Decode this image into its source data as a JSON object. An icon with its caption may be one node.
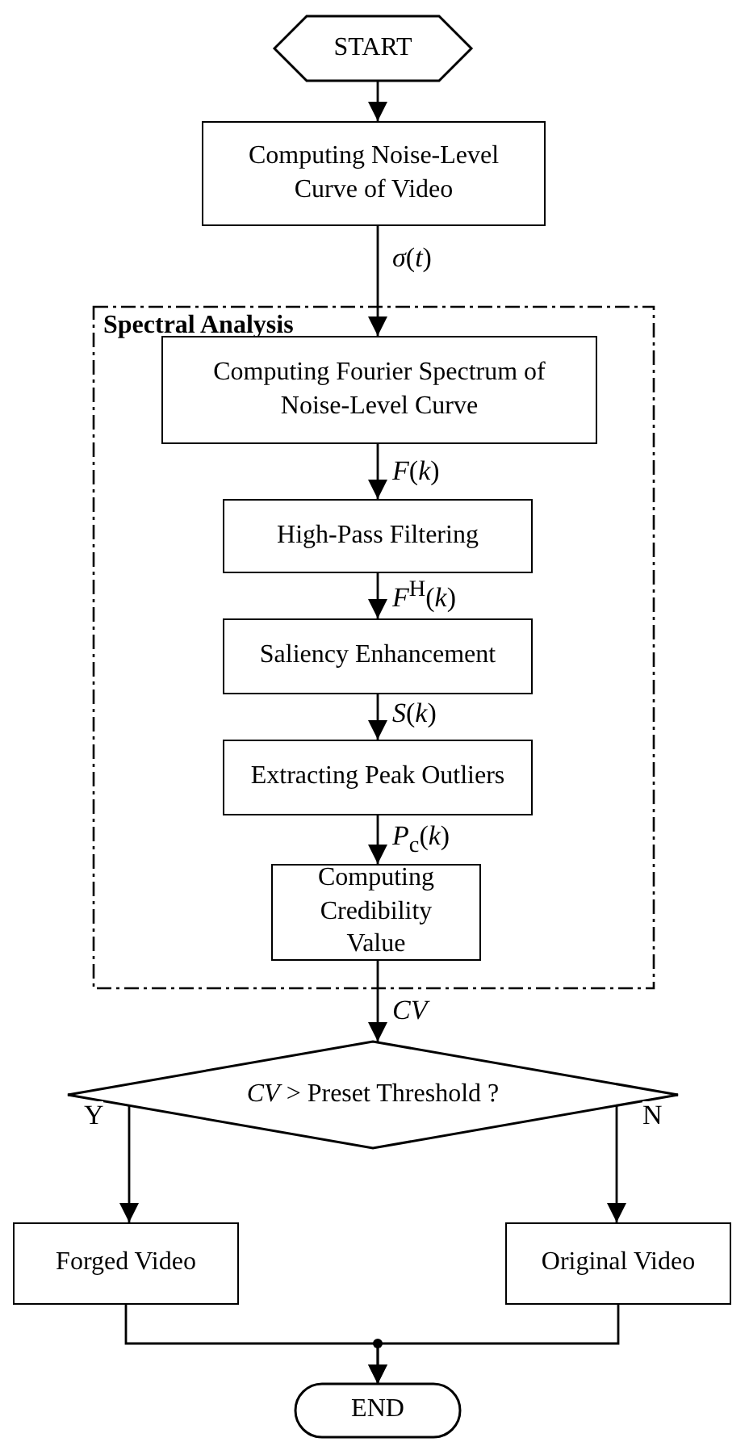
{
  "diagram": {
    "nodes": [
      {
        "text": [
          "START"
        ]
      },
      {
        "text": [
          "Computing Noise-Level Curve of Video"
        ]
      },
      {
        "text": [
          "Spectral Analysis"
        ]
      },
      {
        "text": [
          "Computing Fourier Spectrum of Noise-Level Curve"
        ],
        "in": 2
      },
      {
        "text": [
          "High-Pass Filtering"
        ],
        "in": 2
      },
      {
        "text": [
          "Saliency Enhancement"
        ],
        "in": 2
      },
      {
        "text": [
          "Extracting Peak Outliers"
        ],
        "in": 2
      },
      {
        "text": [
          "Computing Credibility Value"
        ],
        "in": 2
      },
      {
        "text": [
          "*CV* > Preset Threshold ?"
        ]
      },
      {
        "text": [
          "Forged Video"
        ]
      },
      {
        "text": [
          "Original Video"
        ]
      },
      {
        "text": [
          "END"
        ]
      }
    ],
    "edges": [
      {
        "from": 0,
        "to": 1,
        "arrow": "to"
      },
      {
        "from": 1,
        "to": 3,
        "arrow": "to",
        "label": "*σ*(*t*)"
      },
      {
        "from": 3,
        "to": 4,
        "arrow": "to",
        "label": "*F*(*k*)"
      },
      {
        "from": 4,
        "to": 5,
        "arrow": "to",
        "label": "*F*$^{H}$(*k*)"
      },
      {
        "from": 5,
        "to": 6,
        "arrow": "to",
        "label": "*S*(*k*)"
      },
      {
        "from": 6,
        "to": 7,
        "arrow": "to",
        "label": "*P*$_{c}$(*k*)"
      },
      {
        "from": 7,
        "to": 8,
        "arrow": "to",
        "label": "*CV*"
      },
      {
        "from": 8,
        "to": 9,
        "arrow": "to",
        "label": "Y"
      },
      {
        "from": 8,
        "to": 10,
        "arrow": "to",
        "label": "N"
      },
      {
        "from": 9,
        "to": 11,
        "arrow": "to"
      },
      {
        "from": 10,
        "to": 11,
        "arrow": "to"
      }
    ]
  }
}
